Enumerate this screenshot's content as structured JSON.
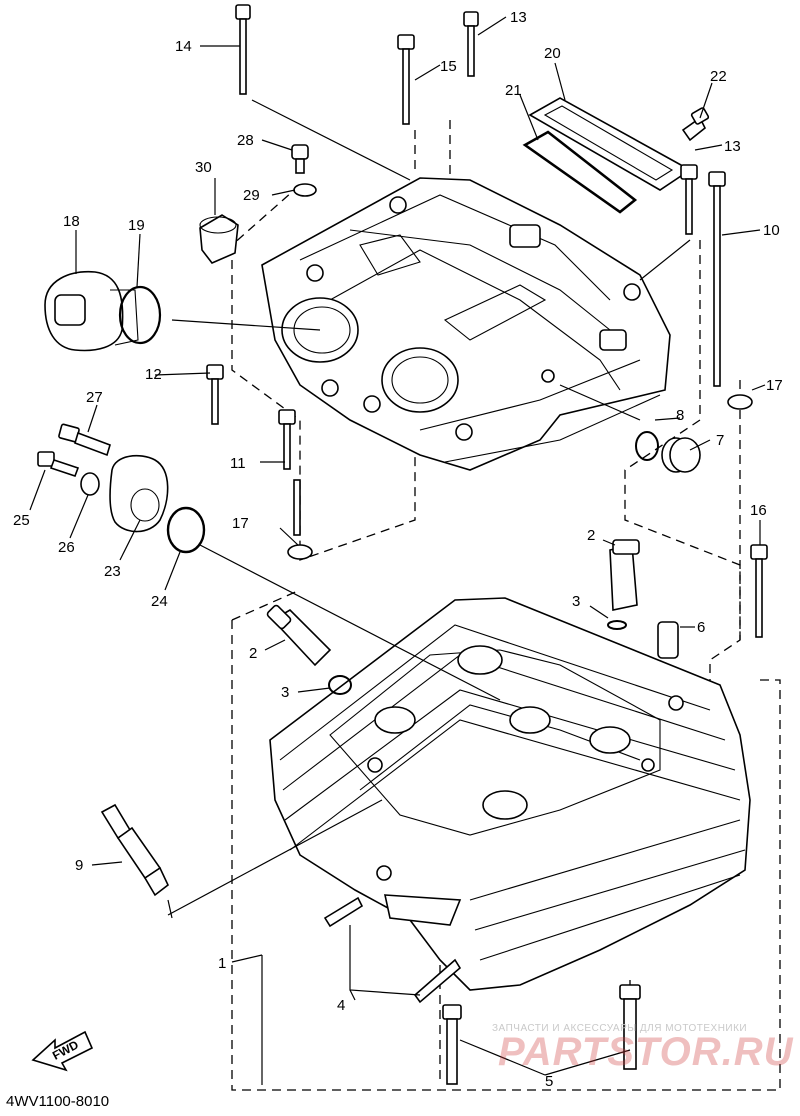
{
  "diagram_code": "4WV1100-8010",
  "fwd_label": "FWD",
  "watermark": {
    "line1": "ЗАПЧАСТИ И АКСЕССУАРЫ ДЛЯ МОТОТЕХНИКИ",
    "line2": "PARTSTOR.RU"
  },
  "callouts": [
    "14",
    "13",
    "15",
    "20",
    "21",
    "22",
    "28",
    "13",
    "30",
    "29",
    "10",
    "18",
    "19",
    "12",
    "17",
    "27",
    "8",
    "7",
    "11",
    "25",
    "26",
    "23",
    "17",
    "24",
    "16",
    "2",
    "3",
    "6",
    "2",
    "3",
    "9",
    "1",
    "4",
    "5"
  ]
}
